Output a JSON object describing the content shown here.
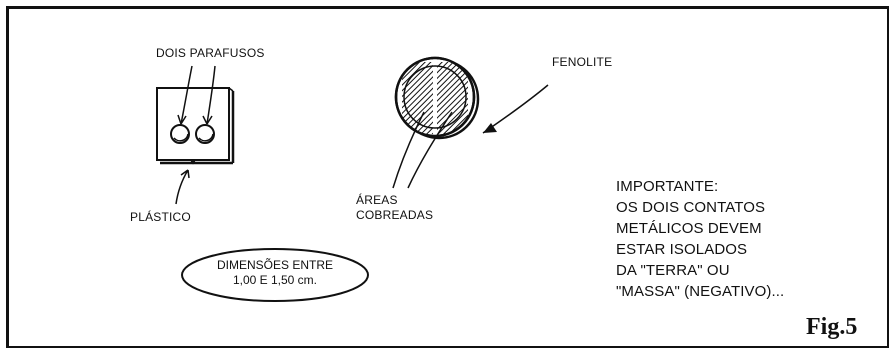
{
  "labels": {
    "dois_parafusos": "DOIS PARAFUSOS",
    "plastico": "PLÁSTICO",
    "fenolite": "FENOLITE",
    "areas": "ÁREAS",
    "cobreadas": "COBREADAS"
  },
  "note": {
    "line1": "IMPORTANTE:",
    "line2": "OS DOIS CONTATOS",
    "line3": "METÁLICOS DEVEM",
    "line4": "ESTAR ISOLADOS",
    "line5": "DA \"TERRA\" OU",
    "line6": "\"MASSA\" (NEGATIVO)..."
  },
  "dimensions": {
    "line1": "DIMENSÕES ENTRE",
    "line2": "1,00 E 1,50 cm."
  },
  "figure_label": "Fig.5"
}
